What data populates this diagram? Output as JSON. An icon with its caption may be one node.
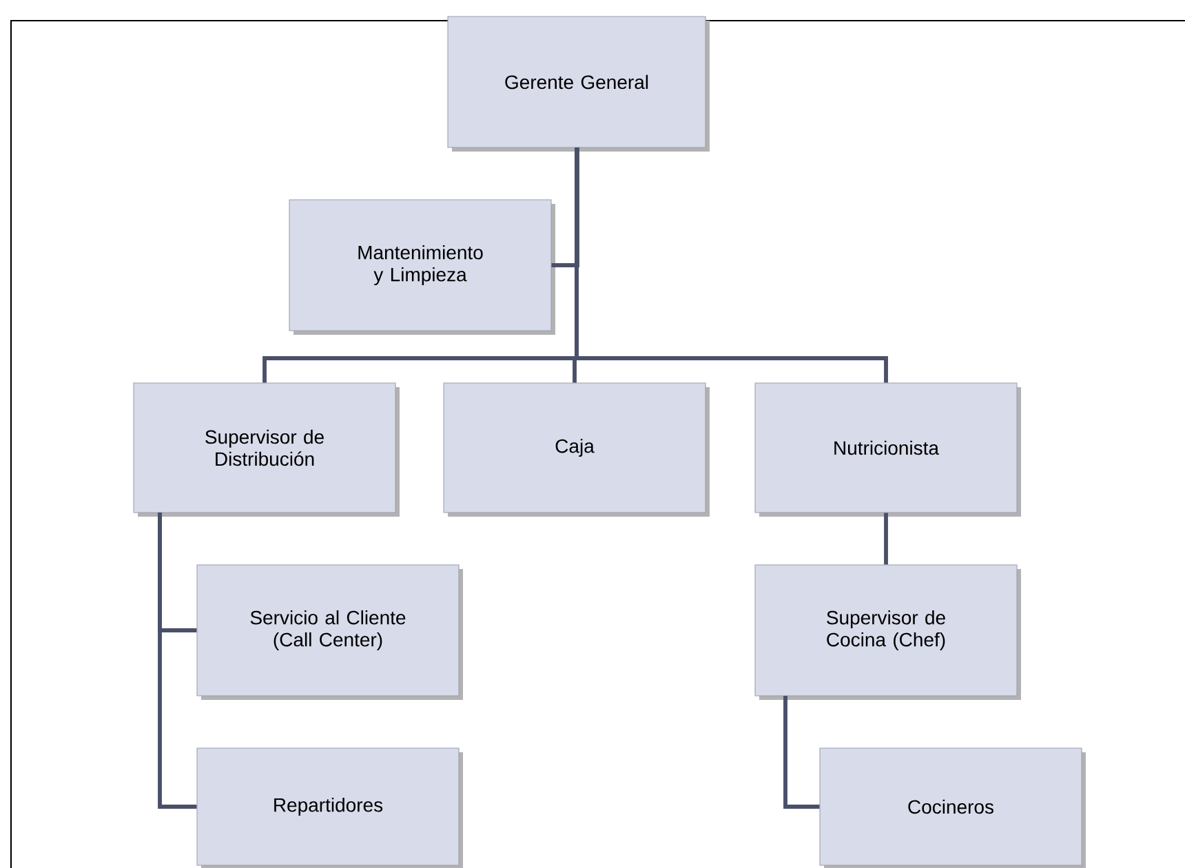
{
  "diagram": {
    "nodes": [
      {
        "text": [
          "Gerente General"
        ]
      },
      {
        "text": [
          "Mantenimiento y Limpieza"
        ]
      },
      {
        "text": [
          "Supervisor de Distribución"
        ]
      },
      {
        "text": [
          "Caja"
        ]
      },
      {
        "text": [
          "Nutricionista"
        ]
      },
      {
        "text": [
          "Servicio al Cliente (Call Center)"
        ]
      },
      {
        "text": [
          "Supervisor de Cocina (Chef)"
        ]
      },
      {
        "text": [
          "Repartidores"
        ]
      },
      {
        "text": [
          "Cocineros"
        ]
      }
    ],
    "edges": [
      {
        "from": 0,
        "to": 1,
        "arrow": "none"
      },
      {
        "from": 0,
        "to": 2,
        "arrow": "none"
      },
      {
        "from": 0,
        "to": 3,
        "arrow": "none"
      },
      {
        "from": 0,
        "to": 4,
        "arrow": "none"
      },
      {
        "from": 2,
        "to": 5,
        "arrow": "none"
      },
      {
        "from": 2,
        "to": 7,
        "arrow": "none"
      },
      {
        "from": 4,
        "to": 6,
        "arrow": "none"
      },
      {
        "from": 6,
        "to": 8,
        "arrow": "none"
      }
    ]
  }
}
